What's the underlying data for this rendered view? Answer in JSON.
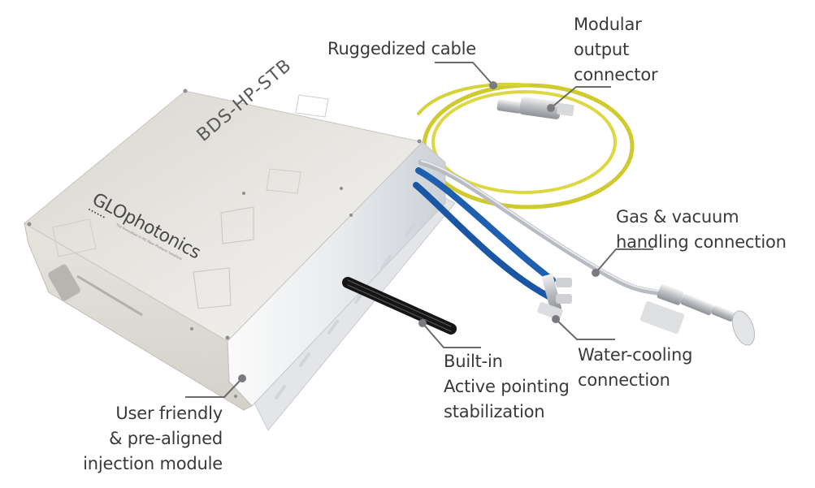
{
  "product": {
    "model_label": "BDS-HP-STB",
    "brand_logo": "GLOphotonics",
    "brand_tagline": "The Innovation in HC Fiber Photonic Solutions"
  },
  "callouts": {
    "ruggedized_cable": {
      "lines": [
        "Ruggedized cable"
      ]
    },
    "output_connector": {
      "lines": [
        "Modular",
        "output",
        "connector"
      ]
    },
    "gas_vacuum": {
      "lines": [
        "Gas & vacuum",
        "handling connection"
      ]
    },
    "water_cooling": {
      "lines": [
        "Water-cooling",
        "connection"
      ]
    },
    "active_pointing": {
      "lines": [
        "Built-in",
        "Active pointing",
        "stabilization"
      ]
    },
    "injection_module": {
      "lines": [
        "User friendly",
        "& pre-aligned",
        "injection module"
      ]
    }
  },
  "colors": {
    "text": "#3a3a3a",
    "leader_line": "#6b6b6b",
    "leader_dot": "#7a7a80",
    "cable_yellow": "#d6d23a",
    "hose_blue": "#1f5fb0",
    "hose_grey": "#b8bcc2",
    "enclosure": "#e6e4e0"
  }
}
